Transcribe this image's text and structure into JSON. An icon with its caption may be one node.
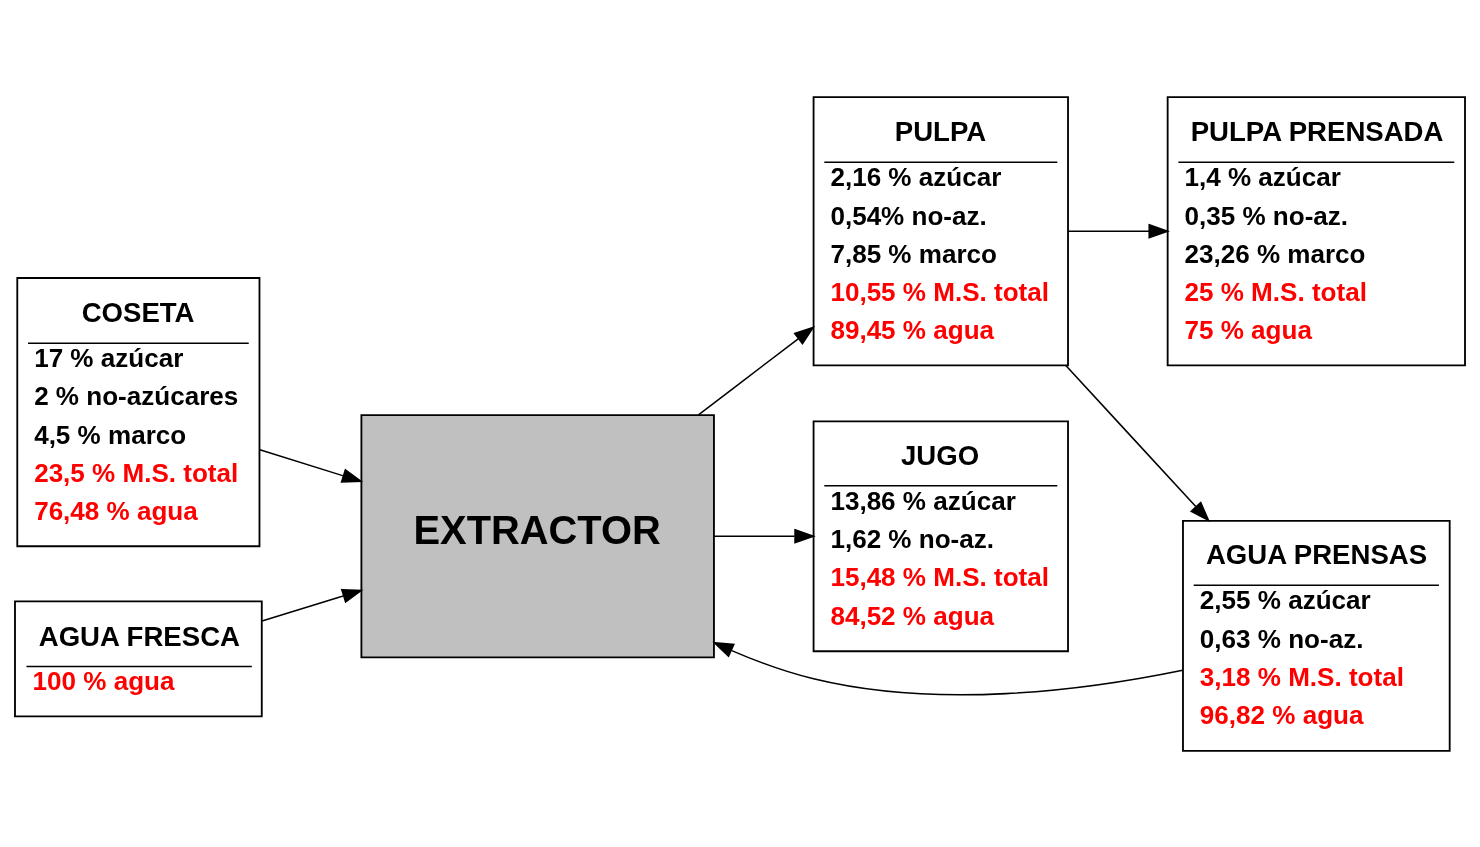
{
  "diagram": {
    "nodes": [
      {
        "text": [
          "COSETA",
          "17 % azúcar",
          "2 % no-azúcares",
          "4,5 % marco",
          "23,5 % M.S. total",
          "76,48 % agua"
        ]
      },
      {
        "text": [
          "PULPA PRENSADA",
          "1,4 % azúcar",
          "0,35 % no-az.",
          "23,26 % marco",
          "25 % M.S. total",
          "75 % agua"
        ]
      },
      {
        "text": [
          "PULPA",
          "2,16 % azúcar",
          "0,54% no-az.",
          "7,85 % marco",
          "10,55 % M.S. total",
          "89,45 % agua"
        ]
      },
      {
        "text": [
          "EXTRACTOR"
        ]
      },
      {
        "text": [
          "JUGO",
          "13,86 % azúcar",
          "1,62 % no-az.",
          "15,48 % M.S. total",
          "84,52 % agua"
        ]
      },
      {
        "text": [
          "AGUA PRENSAS",
          "2,55 % azúcar",
          "0,63 % no-az.",
          "3,18 % M.S. total",
          "96,82 % agua"
        ]
      },
      {
        "text": [
          "AGUA FRESCA",
          "100 % agua"
        ]
      }
    ],
    "edges": [
      {
        "from": 0,
        "to": 3,
        "arrow": "to"
      },
      {
        "from": 3,
        "to": 2,
        "arrow": "to"
      },
      {
        "from": 2,
        "to": 1,
        "arrow": "to"
      },
      {
        "from": 2,
        "to": 5,
        "arrow": "to"
      },
      {
        "from": 5,
        "to": 3,
        "arrow": "to"
      },
      {
        "from": 6,
        "to": 3,
        "arrow": "to"
      },
      {
        "from": 3,
        "to": 4,
        "arrow": "to"
      }
    ]
  }
}
